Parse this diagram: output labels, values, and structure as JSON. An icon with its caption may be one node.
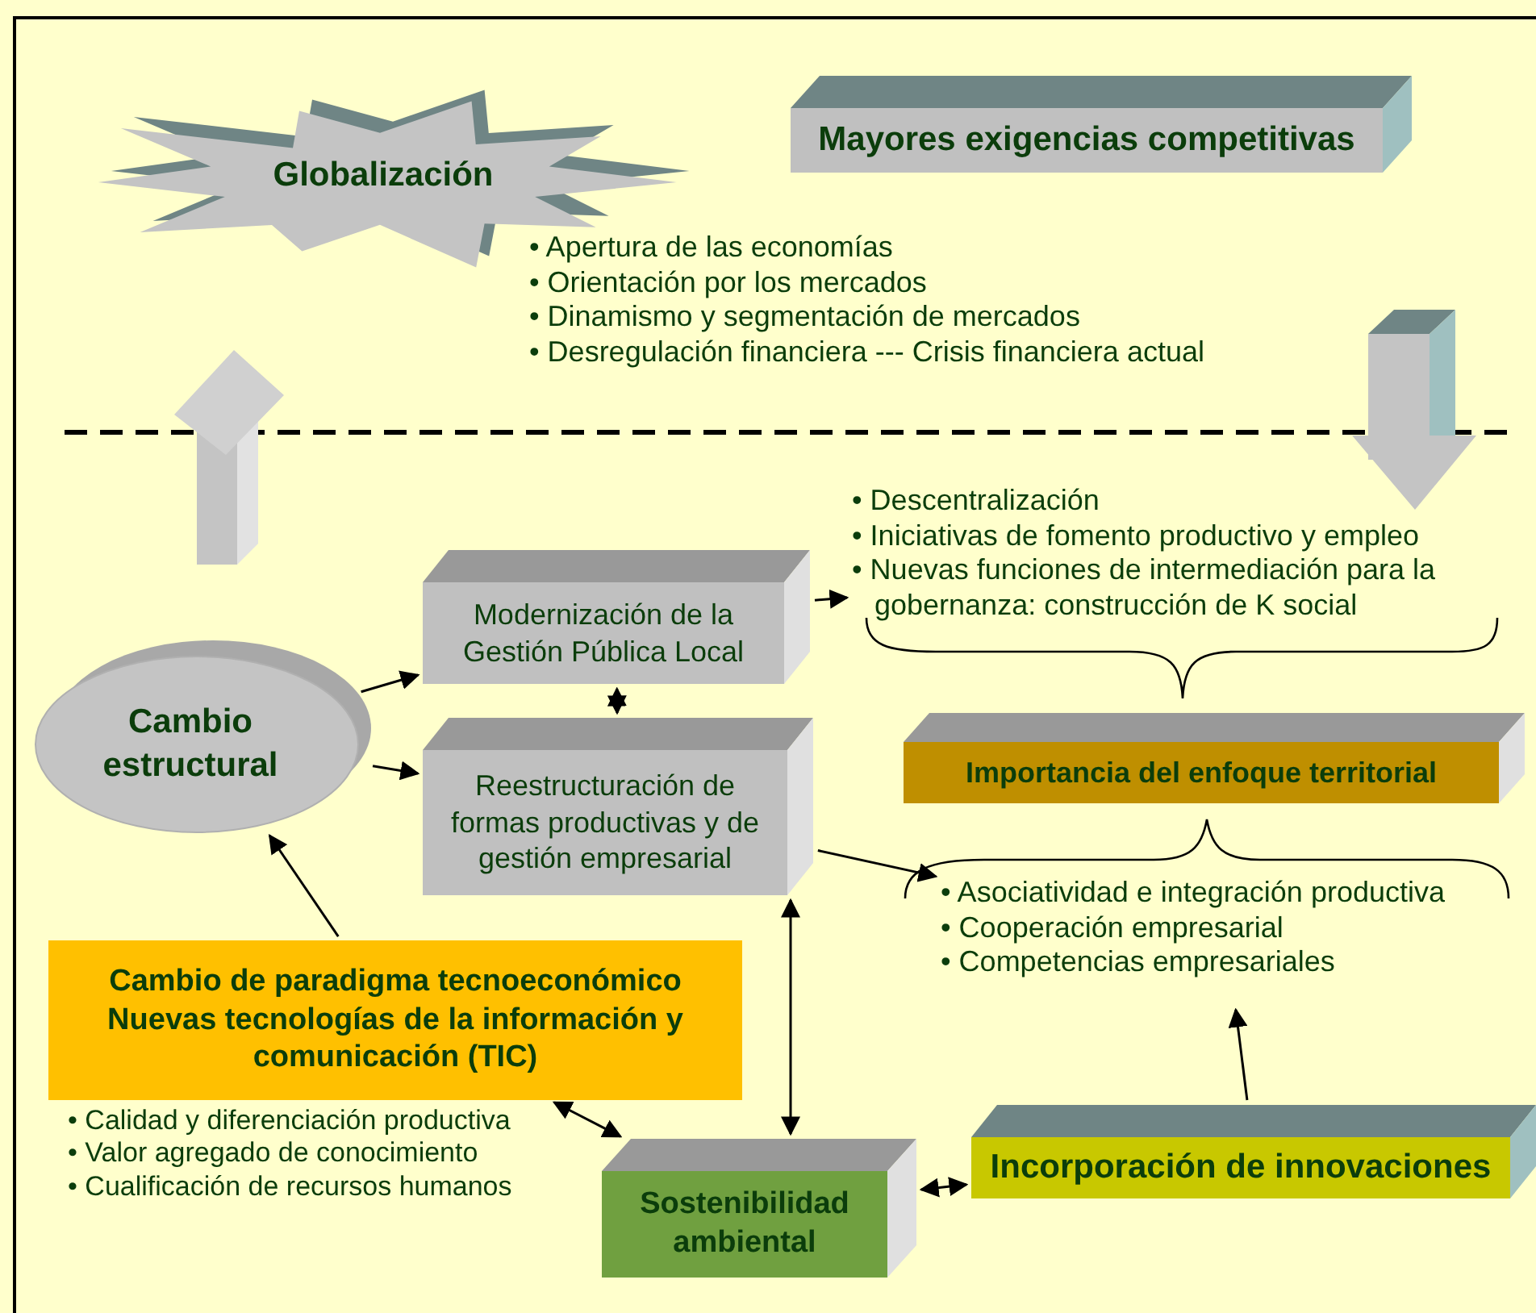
{
  "diagram": {
    "nodes": [
      {
        "text": [
          "Globalización"
        ]
      },
      {
        "text": [
          "Mayores exigencias competitivas"
        ]
      },
      {
        "text": [
          "Cambio estructural"
        ]
      },
      {
        "text": [
          "Modernización de la Gestión Pública Local"
        ]
      },
      {
        "text": [
          "Reestructuración de formas productivas y de gestión empresarial"
        ]
      },
      {
        "text": [
          "• Descentralización",
          "• Iniciativas de fomento productivo y empleo",
          "• Nuevas funciones de intermediación para la gobernanza: construcción de K social"
        ]
      },
      {
        "text": [
          "Importancia del enfoque territorial"
        ]
      },
      {
        "text": [
          "• Asociatividad e integración productiva",
          "• Cooperación empresarial",
          "• Competencias empresariales"
        ]
      },
      {
        "text": [
          "Cambio de paradigma tecnoeconómico",
          "Nuevas tecnologías de la información y comunicación (TIC)"
        ],
        "beside": [
          "• Calidad y diferenciación productiva",
          "• Valor agregado de conocimiento",
          "• Cualificación de recursos humanos"
        ]
      },
      {
        "text": [
          "Sostenibilidad ambiental"
        ]
      },
      {
        "text": [
          "Incorporación de innovaciones"
        ]
      }
    ],
    "edges": [
      {
        "from": 2,
        "to": 3,
        "arrow": "to"
      },
      {
        "from": 2,
        "to": 4,
        "arrow": "to"
      },
      {
        "from": 3,
        "to": 5,
        "arrow": "to"
      },
      {
        "from": 3,
        "to": 4,
        "arrow": "both"
      },
      {
        "from": 4,
        "to": 7,
        "arrow": "to"
      },
      {
        "from": 8,
        "to": 2,
        "arrow": "to"
      },
      {
        "from": 8,
        "to": 9,
        "arrow": "both"
      },
      {
        "from": 4,
        "to": 9,
        "arrow": "both"
      },
      {
        "from": 9,
        "to": 10,
        "arrow": "both"
      },
      {
        "from": 10,
        "to": 7,
        "arrow": "to"
      }
    ],
    "labels": [
      "• Apertura de las economías",
      "• Orientación por los mercados",
      "• Dinamismo y segmentación de mercados",
      "• Desregulación financiera --- Crisis financiera actual"
    ]
  }
}
